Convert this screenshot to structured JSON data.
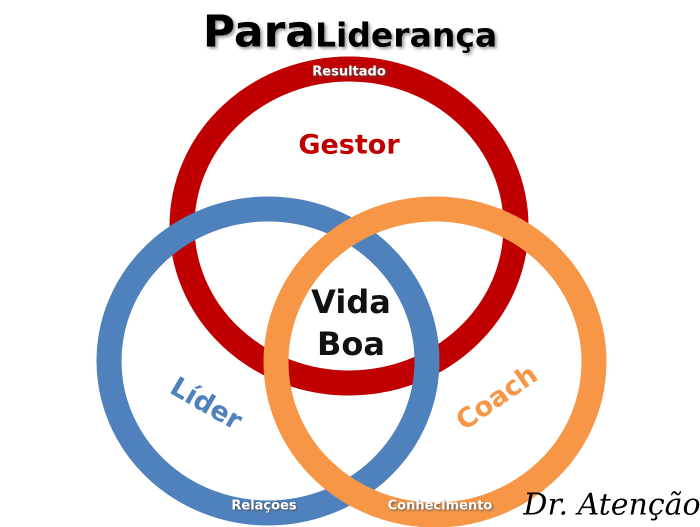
{
  "title": {
    "part1": "Para",
    "part2": "Liderança"
  },
  "circles": [
    {
      "name": "Gestor",
      "label": "Resultado",
      "color": "#C00000"
    },
    {
      "name": "Líder",
      "label": "Relações",
      "color": "#4F81BD"
    },
    {
      "name": "Coach",
      "label": "Conhecimento",
      "color": "#F79646"
    }
  ],
  "center": {
    "line1": "Vida",
    "line2": "Boa"
  },
  "signature": "Dr. Atenção"
}
